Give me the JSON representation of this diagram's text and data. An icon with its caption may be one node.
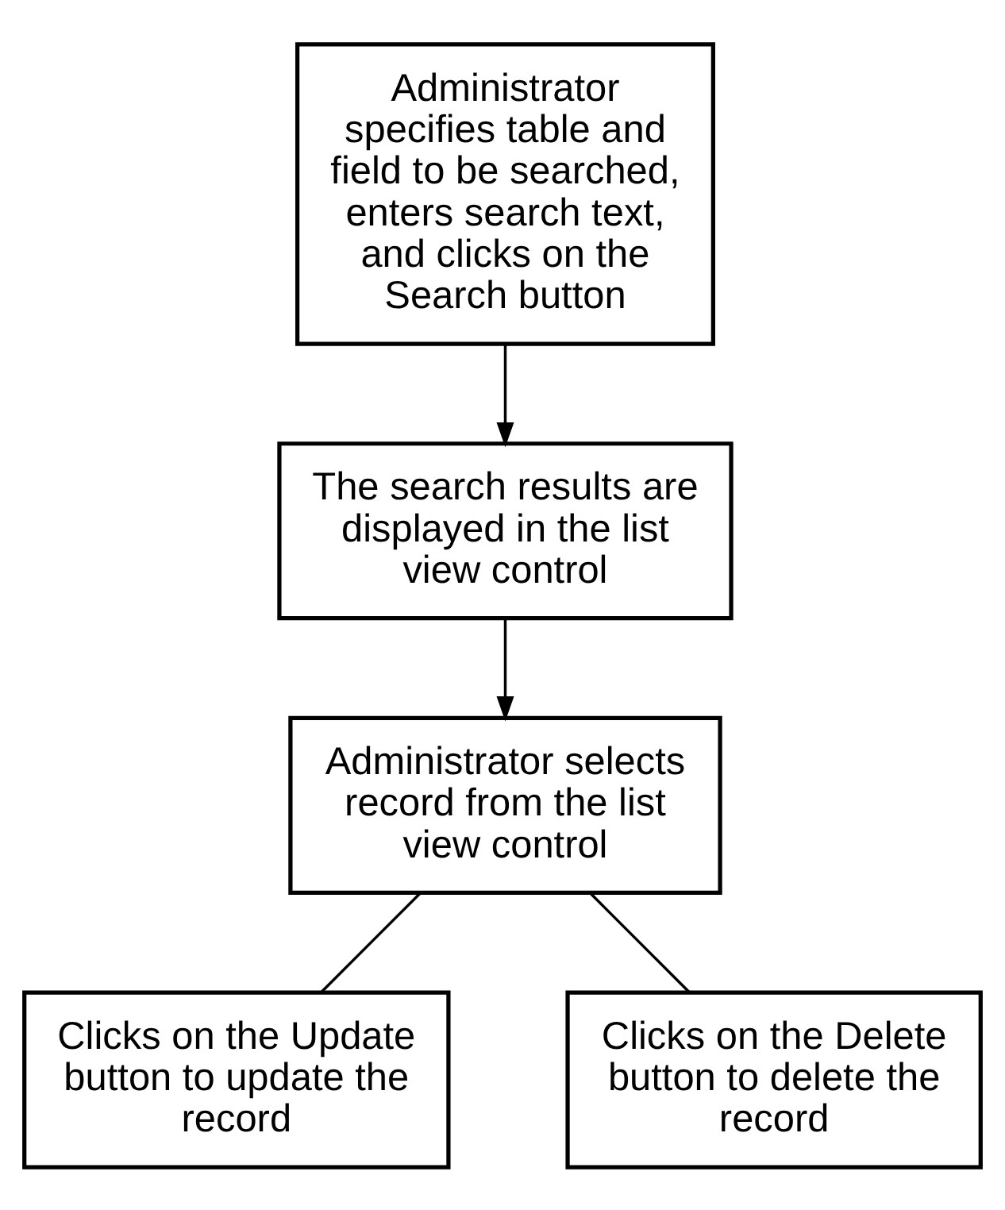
{
  "diagram": {
    "nodes": [
      {
        "text": [
          "Administrator specifies table and field to be searched, enters search text, and clicks on the Search button"
        ]
      },
      {
        "text": [
          "The search results are displayed in the list view control"
        ]
      },
      {
        "text": [
          "Administrator selects record from the list view control"
        ]
      },
      {
        "text": [
          "Clicks on the Update button to update the record"
        ]
      },
      {
        "text": [
          "Clicks on the Delete button to delete the record"
        ]
      }
    ],
    "edges": [
      {
        "from": 0,
        "to": 1,
        "arrow": "to"
      },
      {
        "from": 1,
        "to": 2,
        "arrow": "to"
      },
      {
        "from": 2,
        "to": 3,
        "arrow": "none"
      },
      {
        "from": 2,
        "to": 4,
        "arrow": "none"
      }
    ]
  }
}
